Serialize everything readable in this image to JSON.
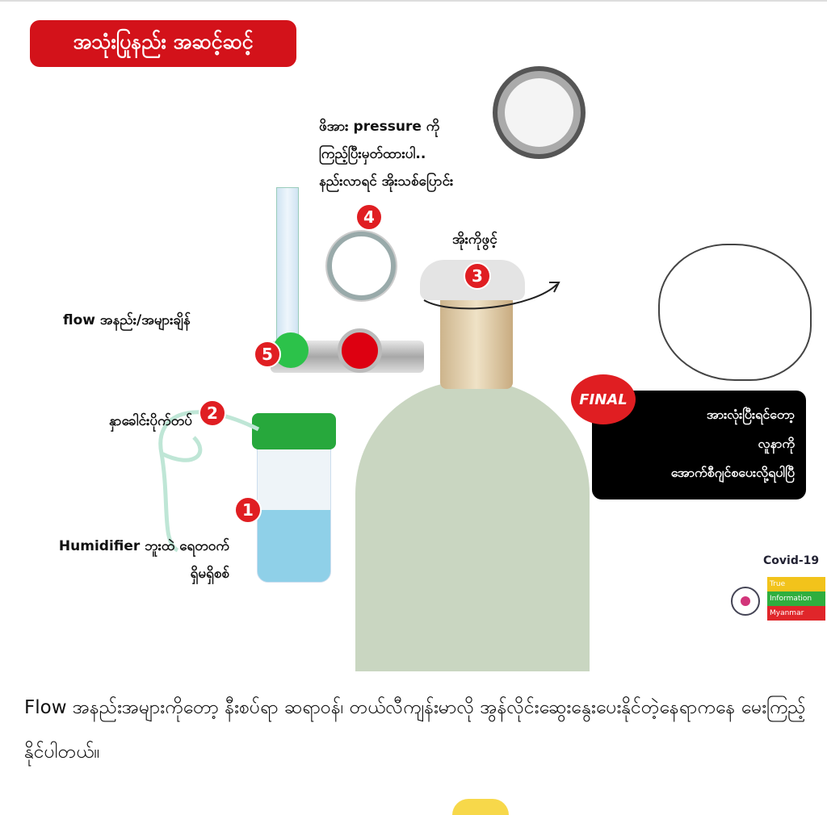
{
  "post_image": {
    "title": "အသုံးပြုနည်း အဆင့်ဆင့်",
    "steps": [
      {
        "number": "1",
        "label_lines": [
          "Humidifier ဘူးထဲ ရေတဝက်",
          "ရှိမရှိစစ်"
        ]
      },
      {
        "number": "2",
        "label_lines": [
          "နှာခေါင်းပိုက်တပ်"
        ]
      },
      {
        "number": "3",
        "label_lines": [
          "အိုးကိုဖွင့်"
        ]
      },
      {
        "number": "4",
        "label_lines": [
          "ဖိအား pressure ကို",
          "ကြည့်ပြီးမှတ်ထားပါ..",
          "နည်းလာရင် အိုးသစ်ပြောင်း"
        ]
      },
      {
        "number": "5",
        "label_lines": [
          "flow အနည်း/အများချိန်"
        ]
      }
    ],
    "final": {
      "badge": "FINAL",
      "lines": [
        "အားလုံးပြီးရင်တော့",
        "လူနာကို",
        "အောက်စီဂျင်စပေးလို့ရပါပြီ"
      ]
    },
    "logo": {
      "title": "Covid-19",
      "rows": [
        "True",
        "Information",
        "Myanmar"
      ],
      "colors": [
        "#f2c31b",
        "#2fae3e",
        "#e0262a"
      ]
    }
  },
  "caption": "Flow အနည်းအများကိုတော့ နီးစပ်ရာ ဆရာဝန်၊ တယ်လီကျန်းမာလို အွန်လိုင်းဆွေးနွေးပေးနိုင်တဲ့နေရာကနေ မေးကြည့်နိုင်ပါတယ်။",
  "colors": {
    "accent_red": "#d3121a",
    "tank_green": "#c9d6c1"
  }
}
